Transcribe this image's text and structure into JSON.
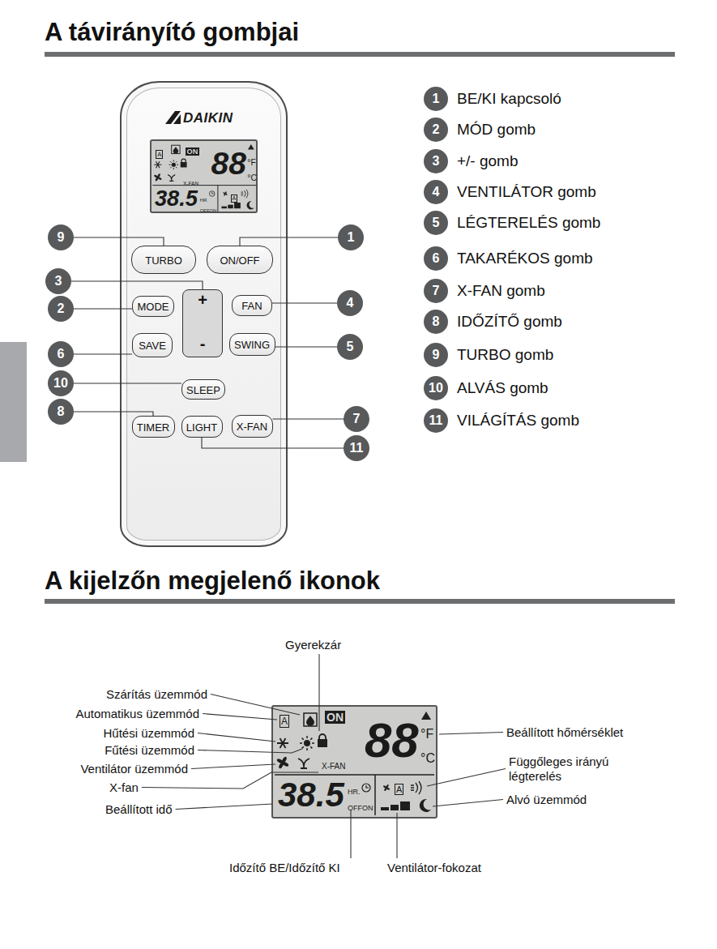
{
  "diagram": {
    "title": "A távirányító gombjai",
    "nodes": [
      {
        "text": [
          "DAIKIN"
        ]
      },
      {
        "text": [
          "A",
          "ON",
          "88",
          "°F",
          "°C",
          "X-FAN",
          "38.5",
          "HR.",
          "OFFON",
          "A"
        ],
        "in": 0
      },
      {
        "text": [
          "TURBO"
        ],
        "in": 0
      },
      {
        "text": [
          "ON/OFF"
        ],
        "in": 0
      },
      {
        "text": [
          "MODE"
        ],
        "in": 0
      },
      {
        "text": [
          "+",
          "-"
        ],
        "in": 0
      },
      {
        "text": [
          "FAN"
        ],
        "in": 0
      },
      {
        "text": [
          "SAVE"
        ],
        "in": 0
      },
      {
        "text": [
          "SWING"
        ],
        "in": 0
      },
      {
        "text": [
          "SLEEP"
        ],
        "in": 0
      },
      {
        "text": [
          "TIMER"
        ],
        "in": 0
      },
      {
        "text": [
          "LIGHT"
        ],
        "in": 0
      },
      {
        "text": [
          "X-FAN"
        ],
        "in": 0
      },
      {
        "text": [
          "9"
        ]
      },
      {
        "text": [
          "1"
        ]
      },
      {
        "text": [
          "3"
        ]
      },
      {
        "text": [
          "2"
        ]
      },
      {
        "text": [
          "4"
        ]
      },
      {
        "text": [
          "5"
        ]
      },
      {
        "text": [
          "6"
        ]
      },
      {
        "text": [
          "10"
        ]
      },
      {
        "text": [
          "8"
        ]
      },
      {
        "text": [
          "7"
        ]
      },
      {
        "text": [
          "11"
        ]
      },
      {
        "text": [
          "1",
          "BE/KI kapcsoló"
        ]
      },
      {
        "text": [
          "2",
          "MÓD gomb"
        ]
      },
      {
        "text": [
          "3",
          "+/- gomb"
        ]
      },
      {
        "text": [
          "4",
          "VENTILÁTOR gomb"
        ]
      },
      {
        "text": [
          "5",
          "LÉGTERELÉS gomb"
        ]
      },
      {
        "text": [
          "6",
          "TAKARÉKOS gomb"
        ]
      },
      {
        "text": [
          "7",
          "X-FAN gomb"
        ]
      },
      {
        "text": [
          "8",
          "IDŐZÍTŐ gomb"
        ]
      },
      {
        "text": [
          "9",
          "TURBO gomb"
        ]
      },
      {
        "text": [
          "10",
          "ALVÁS gomb"
        ]
      },
      {
        "text": [
          "11",
          "VILÁGÍTÁS gomb"
        ]
      },
      {
        "text": [
          "A",
          "ON",
          "88",
          "°F",
          "°C",
          "X-FAN",
          "38.5",
          "HR.",
          "OFFON",
          "A"
        ]
      }
    ],
    "edges": [
      {
        "from": 13,
        "to": 2,
        "arrow": "none"
      },
      {
        "from": 14,
        "to": 3,
        "arrow": "none"
      },
      {
        "from": 15,
        "to": 5,
        "arrow": "none"
      },
      {
        "from": 16,
        "to": 4,
        "arrow": "none"
      },
      {
        "from": 17,
        "to": 6,
        "arrow": "none"
      },
      {
        "from": 18,
        "to": 8,
        "arrow": "none"
      },
      {
        "from": 19,
        "to": 7,
        "arrow": "none"
      },
      {
        "from": 20,
        "to": 9,
        "arrow": "none"
      },
      {
        "from": 21,
        "to": 10,
        "arrow": "none"
      },
      {
        "from": 22,
        "to": 12,
        "arrow": "none"
      },
      {
        "from": 23,
        "to": 11,
        "arrow": "none"
      }
    ],
    "labels": [
      "A kijelzőn megjelenő ikonok",
      "Gyerekzár",
      "Szárítás üzemmód",
      "Automatikus üzemmód",
      "Hűtési üzemmód",
      "Fűtési üzemmód",
      "Ventilátor üzemmód",
      "X-fan",
      "Beállított idő",
      "Beállított hőmérséklet",
      "Függőleges irányú légterelés",
      "Alvó üzemmód",
      "Időzítő BE/Időzítő KI",
      "Ventilátor-fokozat"
    ]
  }
}
